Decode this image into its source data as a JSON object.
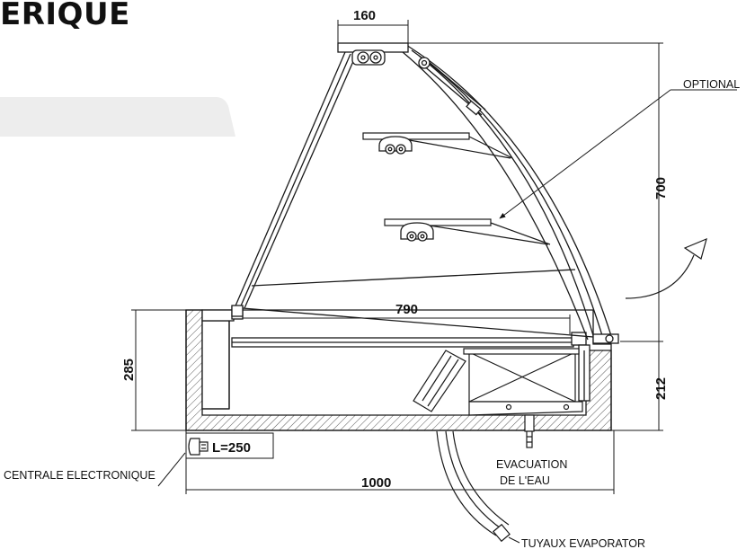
{
  "page": {
    "heading": "ERIQUE"
  },
  "dimensions": {
    "top_width": "160",
    "total_height": "700",
    "inner_depth": "790",
    "base_height": "285",
    "counter_height": "212",
    "total_depth": "1000",
    "cable_length": "L=250"
  },
  "labels": {
    "optional": "OPTIONAL",
    "controller": "CENTRALE ELECTRONIQUE",
    "drain_line1": "EVACUATION",
    "drain_line2": "DE L'EAU",
    "pipes": "TUYAUX EVAPORATOR"
  },
  "icons": [
    "lamp-icon",
    "electronic-controller-icon",
    "door-open-arrow-icon"
  ],
  "colors": {
    "line": "#1a1a1a",
    "hatch": "#444444",
    "tab": "#ededed"
  }
}
